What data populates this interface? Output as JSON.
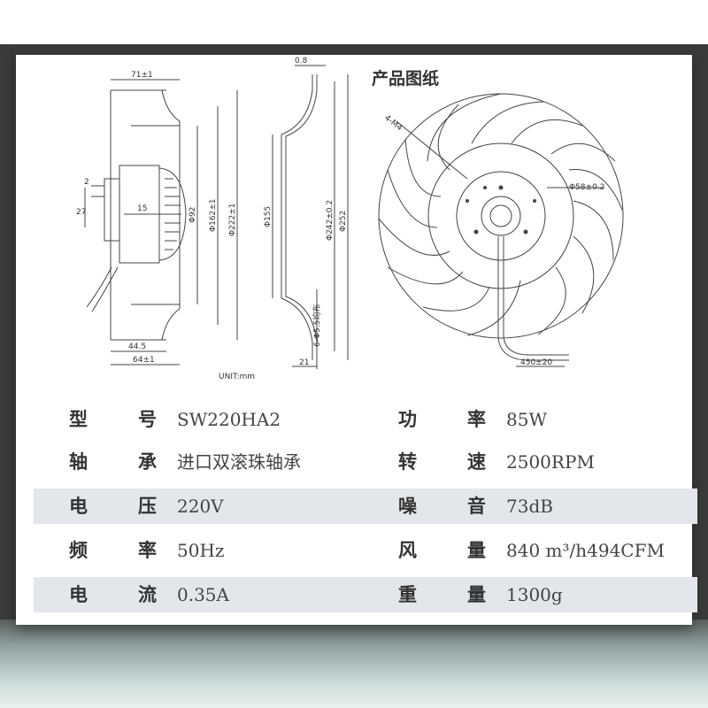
{
  "drawing": {
    "title": "产品图纸",
    "unit": "UNIT:mm",
    "side_dims": {
      "top_width": "71±1",
      "bottom_inner": "44.5",
      "bottom_outer": "64±1",
      "shaft_2": "2",
      "shaft_27": "27",
      "shaft_15": "15",
      "d92": "Φ92",
      "d162": "Φ162±1",
      "d222": "Φ222±1"
    },
    "section_dims": {
      "thickness": "0.8",
      "d155": "Φ155",
      "d242": "Φ242±0.2",
      "d252": "Φ252",
      "holes": "6-Φ5.5均布",
      "depth": "21"
    },
    "front_dims": {
      "screws": "4-M4",
      "d58": "Φ58±0.2",
      "cable": "450±20"
    }
  },
  "specs": [
    {
      "c1": "型",
      "c2": "号",
      "value": "SW220HA2",
      "c3": "功",
      "c4": "率",
      "value2": "85W",
      "shaded": false
    },
    {
      "c1": "轴",
      "c2": "承",
      "value": "进口双滚珠轴承",
      "c3": "转",
      "c4": "速",
      "value2": "2500RPM",
      "shaded": false
    },
    {
      "c1": "电",
      "c2": "压",
      "value": "220V",
      "c3": "噪",
      "c4": "音",
      "value2": "73dB",
      "shaded": true
    },
    {
      "c1": "频",
      "c2": "率",
      "value": "50Hz",
      "c3": "风",
      "c4": "量",
      "value2": "840 m³/h494CFM",
      "shaded": false
    },
    {
      "c1": "电",
      "c2": "流",
      "value": "0.35A",
      "c3": "重",
      "c4": "量",
      "value2": "1300g",
      "shaded": true
    }
  ],
  "colors": {
    "line": "#333333",
    "row_shade": "#e3e6ea",
    "frame": "#3a3a3a"
  }
}
